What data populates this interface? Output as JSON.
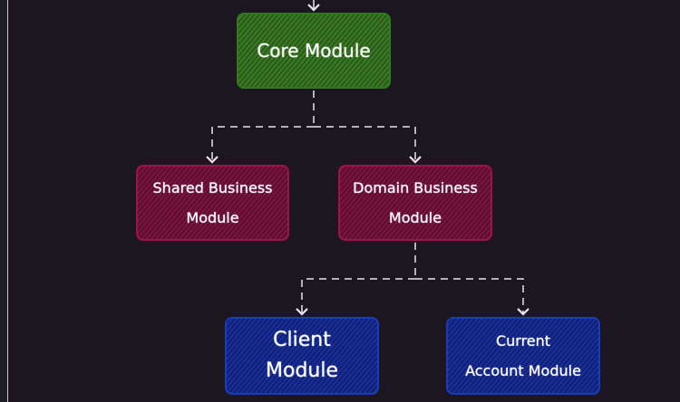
{
  "diagram": {
    "nodes": {
      "core": {
        "line1": "Core Module",
        "color": "#2f7a1d"
      },
      "shared": {
        "line1": "Shared Business",
        "line2": "Module",
        "color": "#a0124e"
      },
      "domain": {
        "line1": "Domain Business",
        "line2": "Module",
        "color": "#a0124e"
      },
      "client": {
        "line1": "Client",
        "line2": "Module",
        "color": "#1a3bbb"
      },
      "current": {
        "line1": "Current",
        "line2": "Account Module",
        "color": "#1a3bbb"
      }
    },
    "edges": [
      {
        "from": "core",
        "to": "shared",
        "style": "dashed"
      },
      {
        "from": "core",
        "to": "domain",
        "style": "dashed"
      },
      {
        "from": "domain",
        "to": "client",
        "style": "dashed"
      },
      {
        "from": "domain",
        "to": "current",
        "style": "dashed"
      }
    ],
    "background": "#1b1620"
  }
}
